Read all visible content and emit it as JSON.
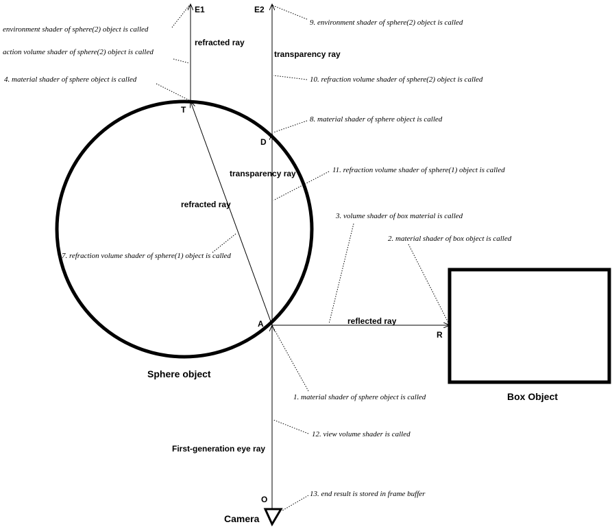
{
  "points": {
    "e1": "E1",
    "e2": "E2",
    "t": "T",
    "d": "D",
    "a": "A",
    "r": "R",
    "o": "O"
  },
  "ray_labels": {
    "refracted_ray_upper": "refracted ray",
    "transparency_ray_upper": "transparency ray",
    "transparency_ray_inner": "transparency ray",
    "refracted_ray_inner": "refracted ray",
    "reflected_ray": "reflected ray",
    "eye_ray": "First-generation eye ray"
  },
  "objects": {
    "sphere": "Sphere object",
    "box": "Box Object",
    "camera": "Camera"
  },
  "notes": {
    "n1": "1. material shader of sphere object is called",
    "n2": "2. material shader of box object is called",
    "n3": "3. volume shader of box material is called",
    "n4": "4. material shader of sphere object is called",
    "n5": "environment shader of sphere(2) object is called",
    "n6": "action volume shader of sphere(2) object is called",
    "n7": "7. refraction volume shader of sphere(1) object is called",
    "n8": "8. material shader of sphere object is called",
    "n9": "9. environment shader of sphere(2) object is called",
    "n10": "10. refraction volume shader of sphere(2) object is called",
    "n11": "11. refraction volume shader of sphere(1) object is called",
    "n12": "12. view volume shader is called",
    "n13": "13. end result is stored in frame buffer"
  }
}
